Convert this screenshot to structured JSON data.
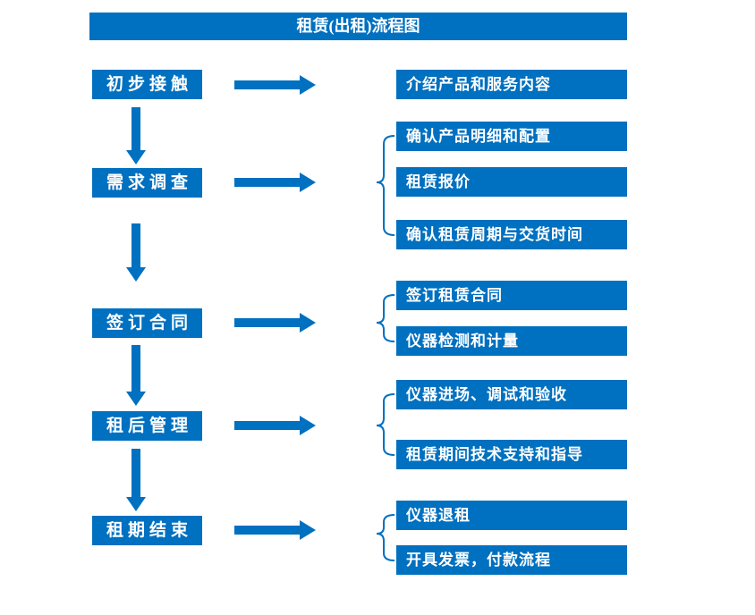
{
  "title": "租赁(出租)流程图",
  "colors": {
    "accent": "#0070C0",
    "text": "#FFFFFF",
    "background": "#FFFFFF"
  },
  "stages": [
    {
      "label": "初步接触",
      "outputs": [
        "介绍产品和服务内容"
      ]
    },
    {
      "label": "需求调查",
      "outputs": [
        "确认产品明细和配置",
        "租赁报价",
        "确认租赁周期与交货时间"
      ]
    },
    {
      "label": "签订合同",
      "outputs": [
        "签订租赁合同",
        "仪器检测和计量"
      ]
    },
    {
      "label": "租后管理",
      "outputs": [
        "仪器进场、调试和验收",
        "租赁期间技术支持和指导"
      ]
    },
    {
      "label": "租期结束",
      "outputs": [
        "仪器退租",
        "开具发票，付款流程"
      ]
    }
  ],
  "connectors": {
    "down_arrows": 4,
    "right_arrows": 5,
    "brace_group_sizes": [
      3,
      2,
      2,
      2
    ]
  }
}
